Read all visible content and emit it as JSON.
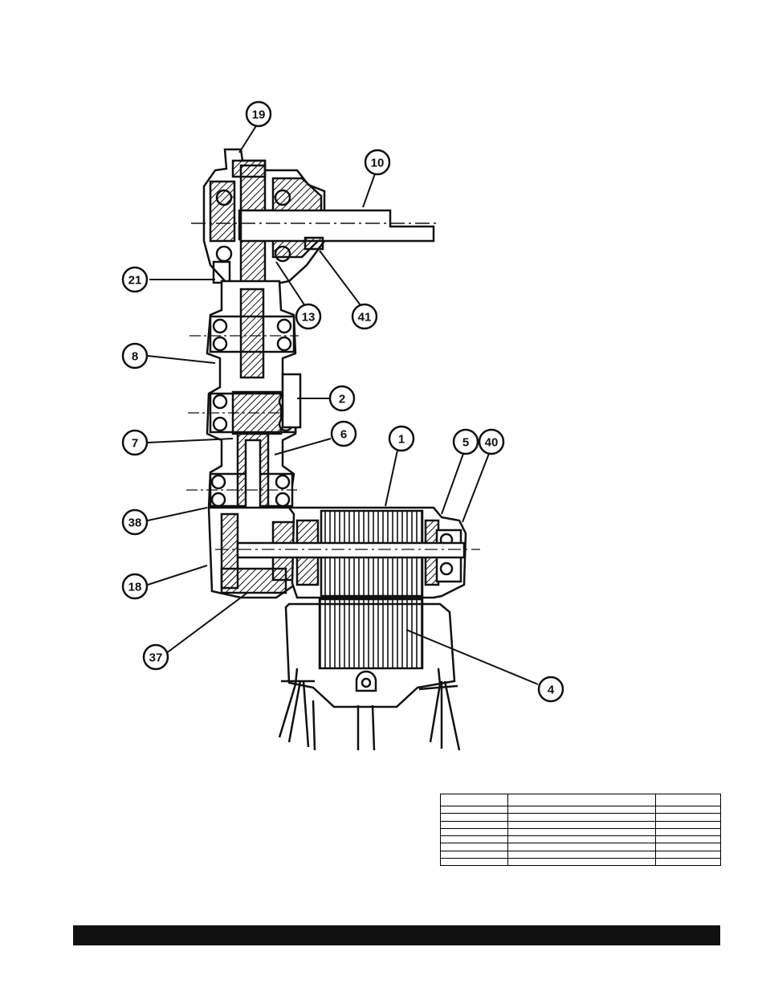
{
  "diagram": {
    "callouts": [
      {
        "id": "c19",
        "label": "19"
      },
      {
        "id": "c10",
        "label": "10"
      },
      {
        "id": "c21",
        "label": "21"
      },
      {
        "id": "c13",
        "label": "13"
      },
      {
        "id": "c41",
        "label": "41"
      },
      {
        "id": "c8",
        "label": "8"
      },
      {
        "id": "c2",
        "label": "2"
      },
      {
        "id": "c7",
        "label": "7"
      },
      {
        "id": "c6",
        "label": "6"
      },
      {
        "id": "c1",
        "label": "1"
      },
      {
        "id": "c5",
        "label": "5"
      },
      {
        "id": "c40",
        "label": "40"
      },
      {
        "id": "c38",
        "label": "38"
      },
      {
        "id": "c18",
        "label": "18"
      },
      {
        "id": "c37",
        "label": "37"
      },
      {
        "id": "c4",
        "label": "4"
      }
    ]
  },
  "parts_table": {
    "columns": 3,
    "rows": 9,
    "cells": []
  },
  "colors": {
    "ink": "#111111",
    "paper": "#ffffff"
  }
}
